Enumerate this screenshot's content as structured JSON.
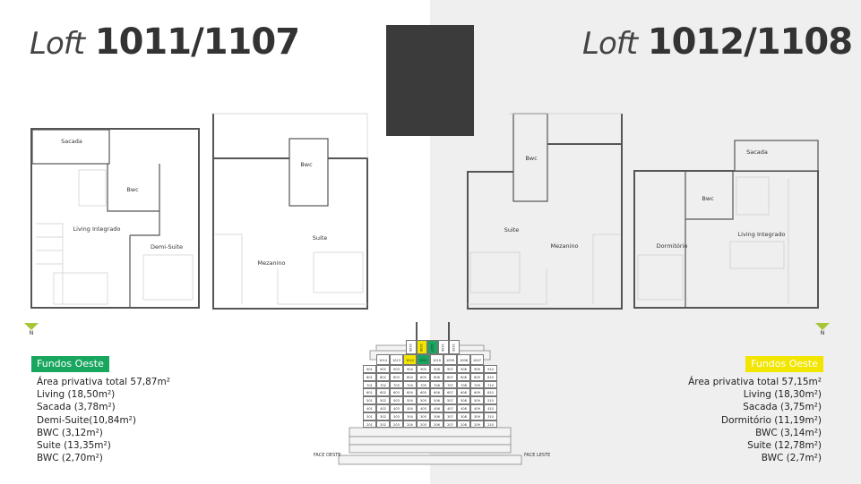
{
  "left": {
    "loft_label": "Loft",
    "number": "1011/1107",
    "badge": "Fundos Oeste",
    "north": "N",
    "specs": [
      "Área privativa total 57,87m²",
      "Living (18,50m²)",
      "Sacada (3,78m²)",
      "Demi-Suite(10,84m²)",
      "BWC (3,12m²)",
      "Suite (13,35m²)",
      "BWC (2,70m²)"
    ],
    "rooms": {
      "sacada": "Sacada",
      "bwc1": "Bwc",
      "living": "Living Integrado",
      "demi": "Demi-Suite",
      "bwc2": "Bwc",
      "suite": "Suite",
      "mezanino": "Mezanino"
    }
  },
  "right": {
    "loft_label": "Loft",
    "number": "1012/1108",
    "badge": "Fundos Oeste",
    "north": "N",
    "specs": [
      "Área privativa total 57,15m²",
      "Living (18,30m²)",
      "Sacada (3,75m²)",
      "Dormitório (11,19m²)",
      "BWC (3,14m²)",
      "Suite (12,78m²)",
      "BWC (2,7m²)"
    ],
    "rooms": {
      "sacada": "Sacada",
      "bwc1": "Bwc",
      "living": "Living Integrado",
      "dorm": "Dormitório",
      "bwc2": "Bwc",
      "suite": "Suite",
      "mezanino": "Mezanino"
    }
  },
  "building": {
    "face_west": "FACE OESTE",
    "face_east": "FACE LESTE",
    "colors": {
      "green": "#19a65f",
      "yellow": "#f2e500"
    },
    "top_floor": [
      {
        "n": "1109"
      },
      {
        "n": "1108",
        "hl": "yellow"
      },
      {
        "n": "1107",
        "hl": "green"
      },
      {
        "n": "1106"
      },
      {
        "n": "1105"
      }
    ],
    "floor10": [
      {
        "n": "1014"
      },
      {
        "n": "1013"
      },
      {
        "n": "1012",
        "hl": "yellow"
      },
      {
        "n": "1011",
        "hl": "green"
      },
      {
        "n": "1010"
      },
      {
        "n": "1009"
      },
      {
        "n": "1008"
      },
      {
        "n": "1007"
      }
    ],
    "floors": [
      [
        "901",
        "902",
        "903",
        "904",
        "905",
        "906",
        "907",
        "908",
        "909",
        "910"
      ],
      [
        "801",
        "802",
        "803",
        "804",
        "805",
        "806",
        "807",
        "808",
        "809",
        "810"
      ],
      [
        "701",
        "702",
        "703",
        "704",
        "705",
        "706",
        "707",
        "708",
        "709",
        "710"
      ],
      [
        "601",
        "602",
        "603",
        "604",
        "605",
        "606",
        "607",
        "608",
        "609",
        "610"
      ],
      [
        "501",
        "502",
        "503",
        "504",
        "505",
        "506",
        "507",
        "508",
        "509",
        "510"
      ],
      [
        "401",
        "402",
        "403",
        "404",
        "405",
        "406",
        "407",
        "408",
        "409",
        "410"
      ],
      [
        "301",
        "302",
        "303",
        "304",
        "305",
        "306",
        "307",
        "308",
        "309",
        "310"
      ],
      [
        "201",
        "202",
        "203",
        "204",
        "205",
        "206",
        "207",
        "208",
        "209",
        "210"
      ]
    ]
  }
}
